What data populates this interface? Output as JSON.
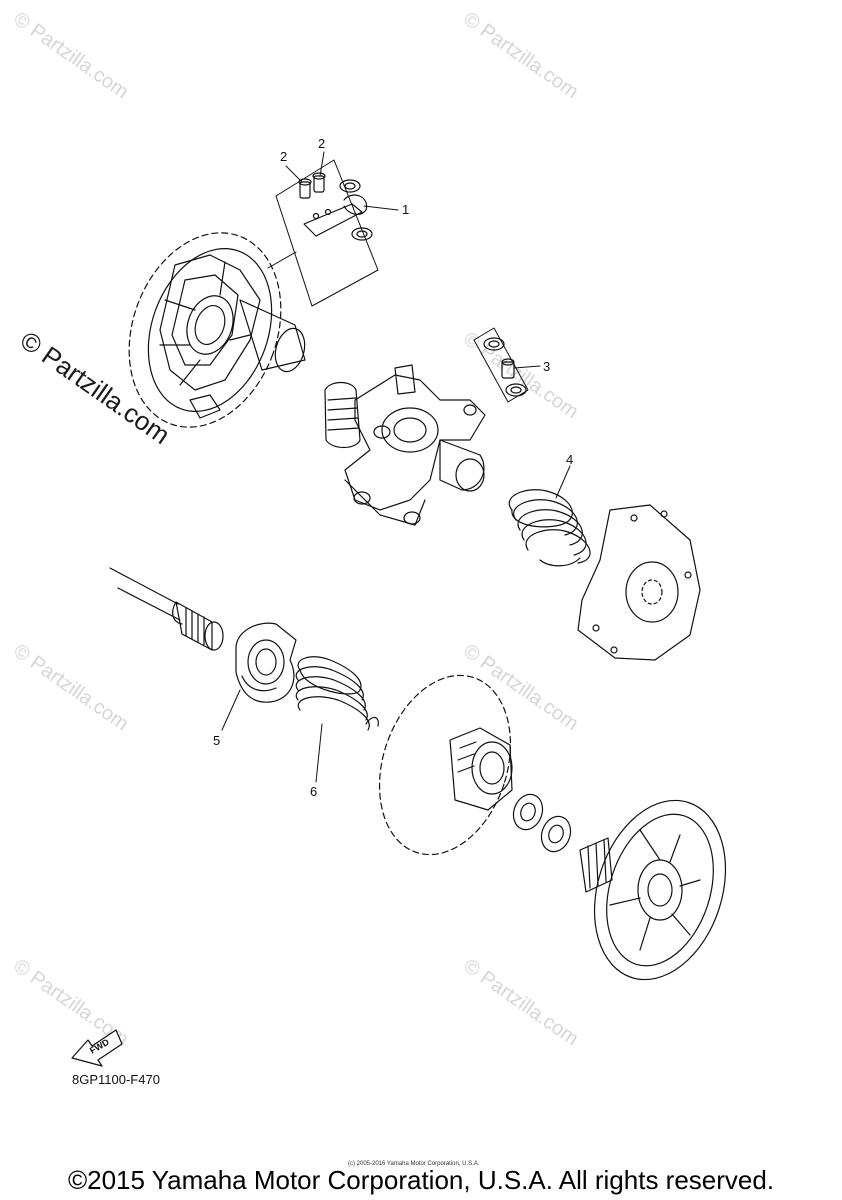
{
  "watermark": "© Partzilla.com",
  "side_watermark": "© Partzilla.com",
  "callouts": [
    "1",
    "2",
    "2",
    "3",
    "4",
    "5",
    "6"
  ],
  "fwd_label": "FWD",
  "diagram_code": "8GP1100-F470",
  "small_copyright": "(c) 2005-2016 Yamaha Motor Corporation, U.S.A.",
  "footer": "©2015 Yamaha Motor Corporation, U.S.A. All rights reserved."
}
